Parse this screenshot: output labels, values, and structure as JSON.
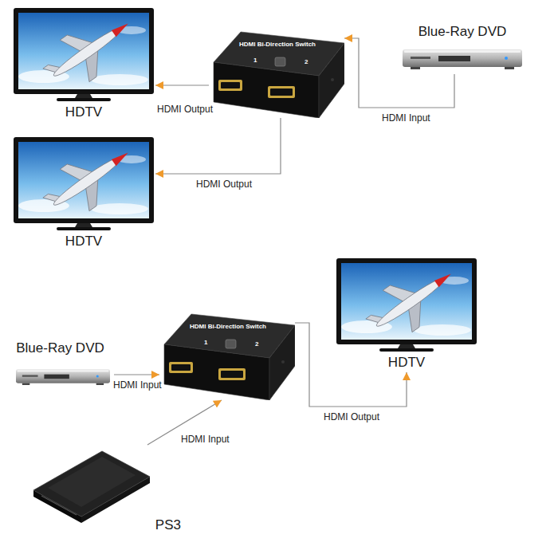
{
  "diagram": {
    "nodes": [
      {
        "text": [
          "HDTV"
        ]
      },
      {
        "text": [
          "HDMI Bi-Direction Switch",
          "1",
          "2"
        ]
      },
      {
        "text": [
          "Blue-Ray DVD"
        ]
      },
      {
        "text": [
          "HDTV"
        ]
      },
      {
        "text": [
          "HDTV"
        ]
      },
      {
        "text": [
          "Blue-Ray DVD"
        ]
      },
      {
        "text": [
          "HDMI Bi-Direction Switch",
          "1",
          "2"
        ]
      },
      {
        "text": [
          "PS3"
        ]
      }
    ],
    "edges": [
      {
        "from": 1,
        "to": 0,
        "arrow": "to",
        "label": "HDMI Output"
      },
      {
        "from": 1,
        "to": 3,
        "arrow": "to",
        "label": "HDMI Output"
      },
      {
        "from": 2,
        "to": 1,
        "arrow": "to",
        "label": "HDMI Input"
      },
      {
        "from": 5,
        "to": 6,
        "arrow": "to",
        "label": "HDMI Input"
      },
      {
        "from": 7,
        "to": 6,
        "arrow": "to",
        "label": "HDMI Input"
      },
      {
        "from": 6,
        "to": 4,
        "arrow": "to",
        "label": "HDMI Output"
      }
    ]
  }
}
